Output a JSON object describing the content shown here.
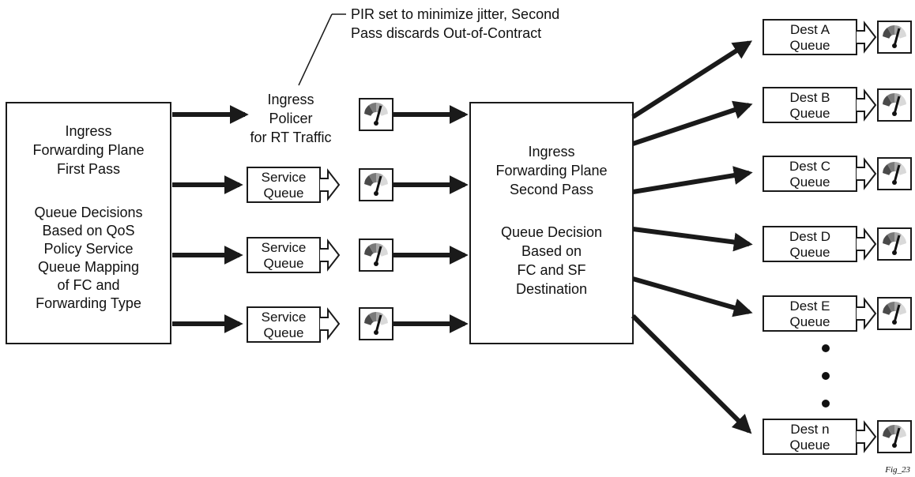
{
  "annotation": {
    "line1": "PIR set to minimize jitter, Second",
    "line2": "Pass discards Out-of-Contract"
  },
  "first_pass": {
    "lines": [
      "Ingress",
      "Forwarding Plane",
      "First Pass",
      "",
      "Queue Decisions",
      "Based on QoS",
      "Policy Service",
      "Queue Mapping",
      "of FC and",
      "Forwarding Type"
    ]
  },
  "second_pass": {
    "lines": [
      "Ingress",
      "Forwarding Plane",
      "Second Pass",
      "",
      "Queue Decision",
      "Based on",
      "FC and SF",
      "Destination"
    ]
  },
  "policer": {
    "lines": [
      "Ingress",
      "Policer",
      "for RT Traffic"
    ]
  },
  "service_queues": [
    {
      "line1": "Service",
      "line2": "Queue"
    },
    {
      "line1": "Service",
      "line2": "Queue"
    },
    {
      "line1": "Service",
      "line2": "Queue"
    }
  ],
  "dest_queues": [
    {
      "line1": "Dest A",
      "line2": "Queue"
    },
    {
      "line1": "Dest B",
      "line2": "Queue"
    },
    {
      "line1": "Dest C",
      "line2": "Queue"
    },
    {
      "line1": "Dest D",
      "line2": "Queue"
    },
    {
      "line1": "Dest E",
      "line2": "Queue"
    },
    {
      "line1": "Dest n",
      "line2": "Queue"
    }
  ],
  "figure_label": "Fig_23",
  "icons": {
    "meter": "speedometer-icon",
    "queue_arrow": "hollow-arrow-icon",
    "ellipsis": "vertical-ellipsis-icon"
  },
  "colors": {
    "stroke": "#1a1a1a",
    "meter_light": "#d9d9d9",
    "meter_mid": "#9a9a9a",
    "meter_dark": "#4a4a4a"
  }
}
